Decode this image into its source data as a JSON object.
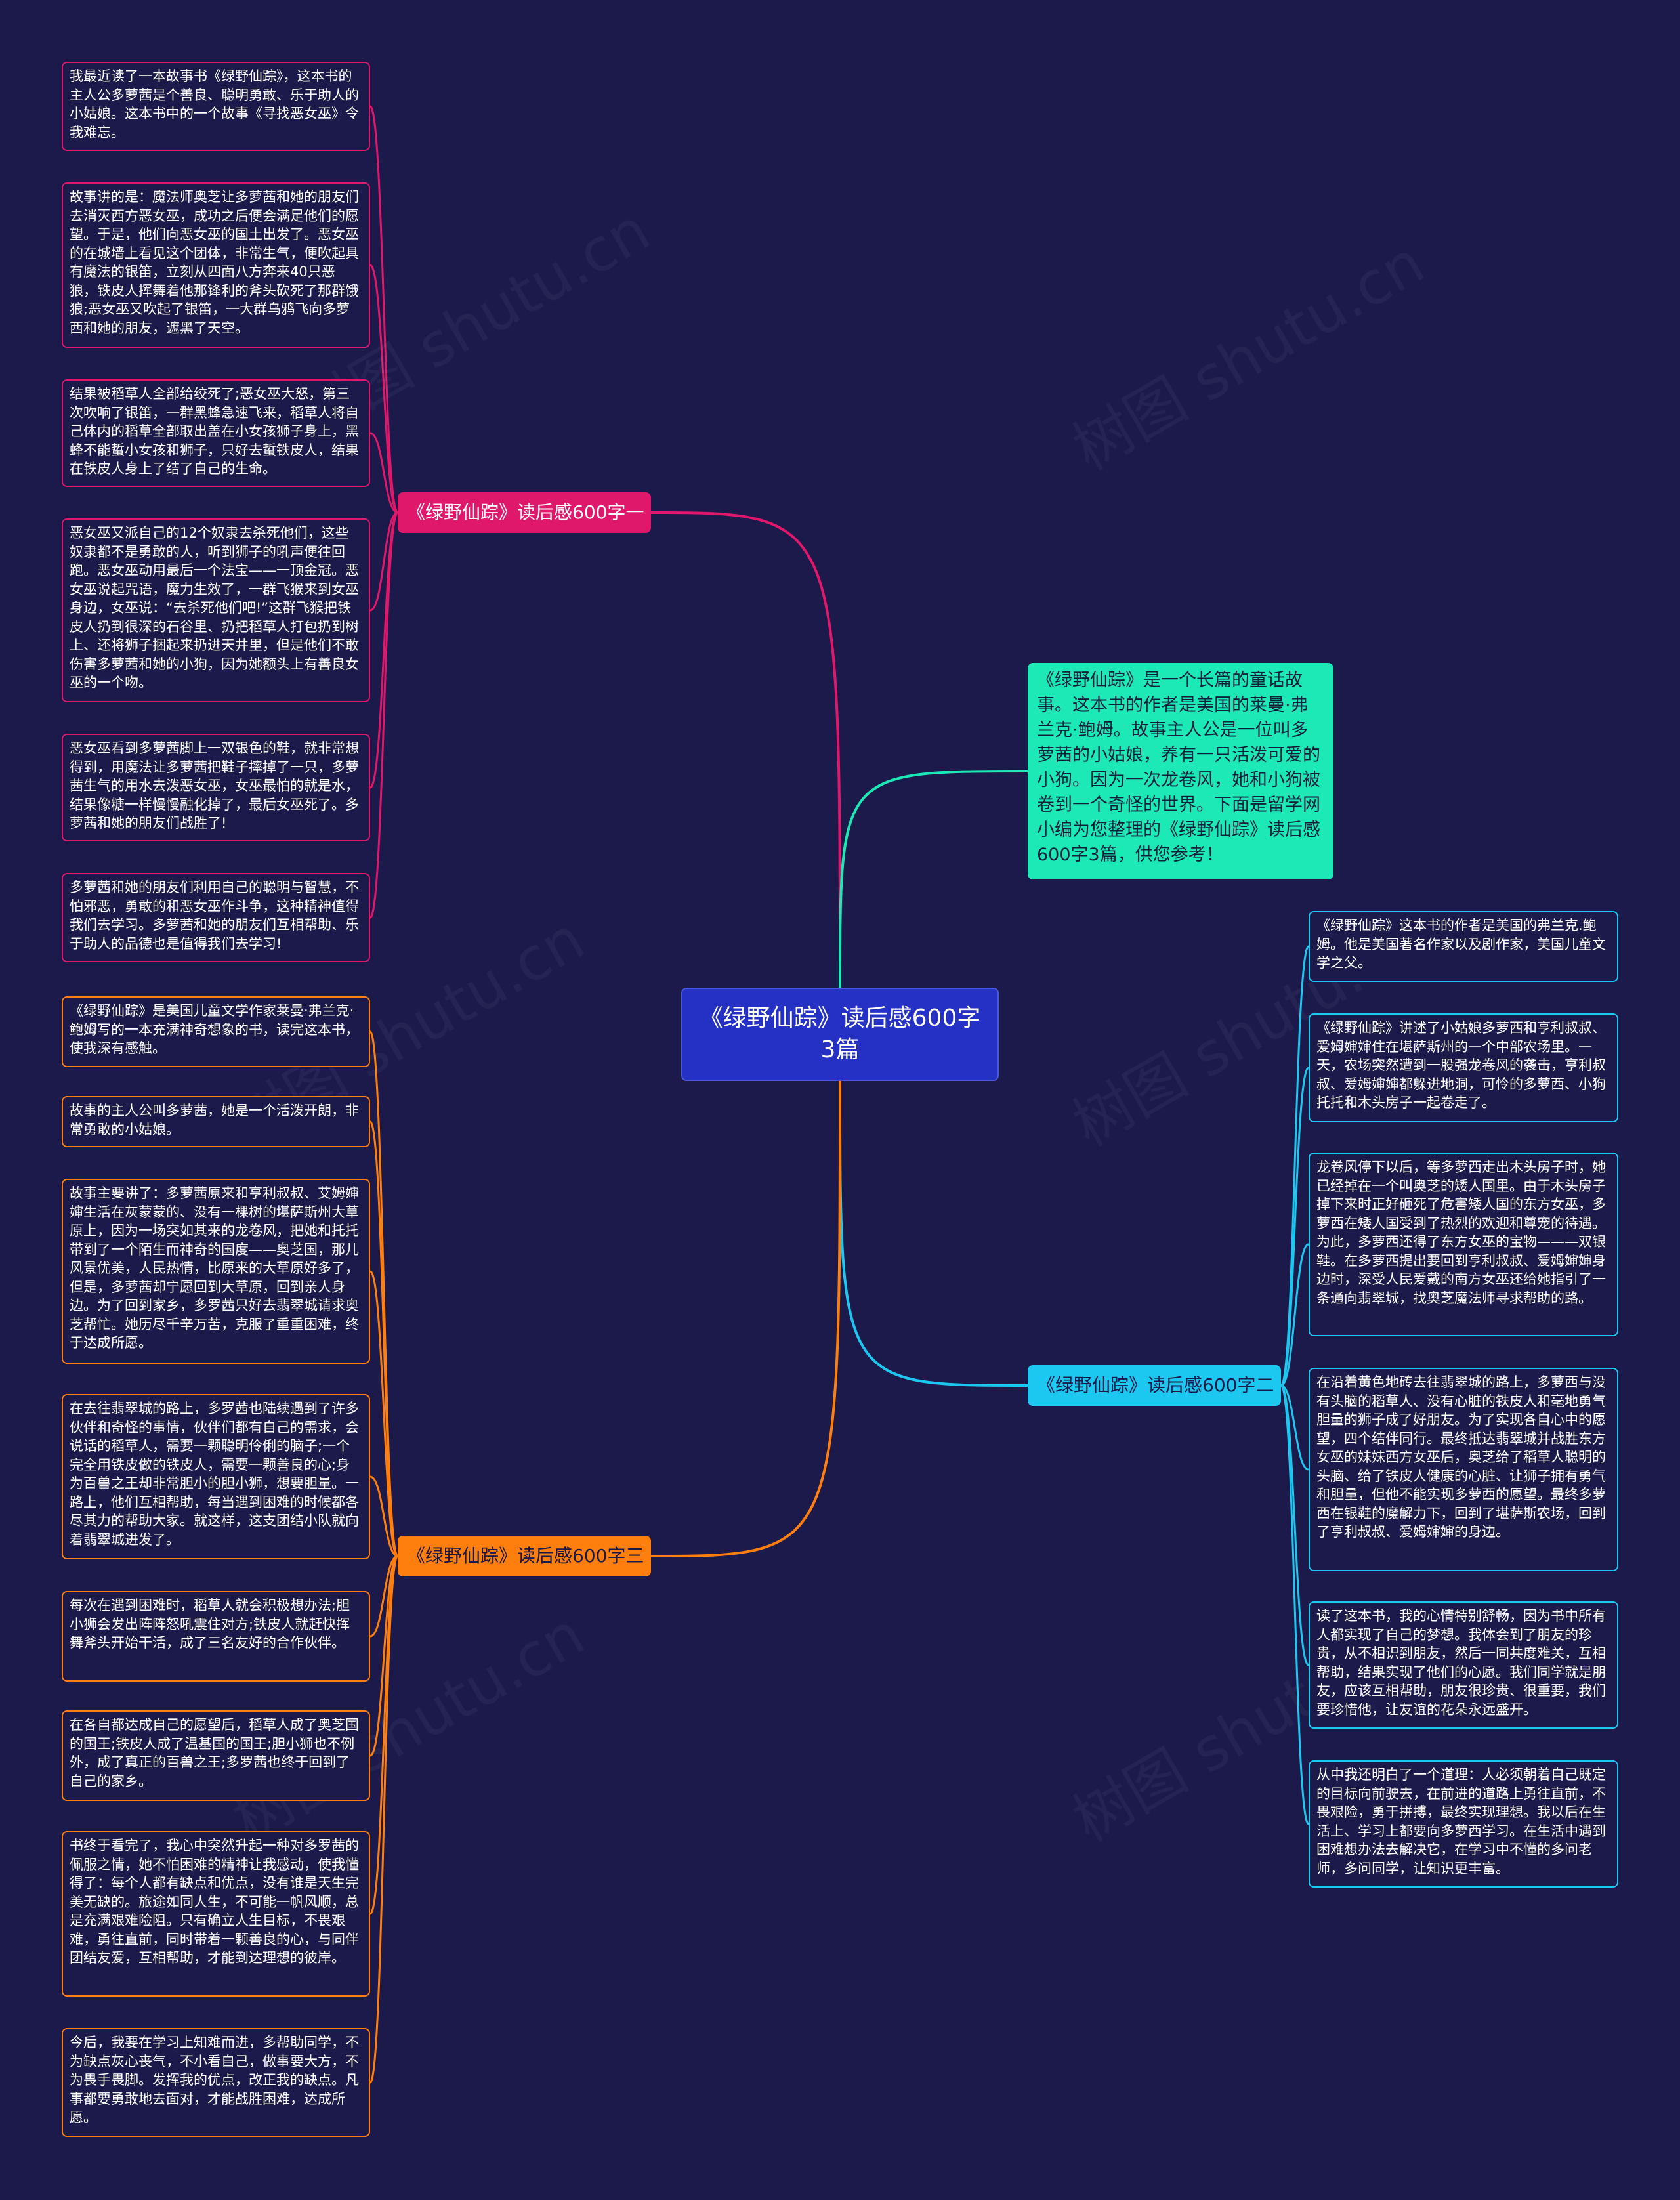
{
  "root": {
    "title": "《绿野仙踪》读后感600字3篇"
  },
  "intro": {
    "text": "《绿野仙踪》是一个长篇的童话故事。这本书的作者是美国的莱曼·弗兰克·鲍姆。故事主人公是一位叫多萝茜的小姑娘，养有一只活泼可爱的小狗。因为一次龙卷风，她和小狗被卷到一个奇怪的世界。下面是留学网小编为您整理的《绿野仙踪》读后感600字3篇，供您参考！"
  },
  "branches": [
    {
      "label": "《绿野仙踪》读后感600字一",
      "color": "#e0186b",
      "leaves": [
        "我最近读了一本故事书《绿野仙踪》，这本书的主人公多萝茜是个善良、聪明勇敢、乐于助人的小姑娘。这本书中的一个故事《寻找恶女巫》令我难忘。",
        "故事讲的是：魔法师奥芝让多萝茜和她的朋友们去消灭西方恶女巫，成功之后便会满足他们的愿望。于是，他们向恶女巫的国土出发了。恶女巫的在城墙上看见这个团体，非常生气，便吹起具有魔法的银笛，立刻从四面八方奔来40只恶狼，铁皮人挥舞着他那锋利的斧头砍死了那群饿狼;恶女巫又吹起了银笛，一大群乌鸦飞向多萝西和她的朋友，遮黑了天空。",
        "结果被稻草人全部给绞死了;恶女巫大怒，第三次吹响了银笛，一群黑蜂急速飞来，稻草人将自己体内的稻草全部取出盖在小女孩狮子身上，黑蜂不能蜇小女孩和狮子，只好去蜇铁皮人，结果在铁皮人身上了结了自己的生命。",
        "恶女巫又派自己的12个奴隶去杀死他们，这些奴隶都不是勇敢的人，听到狮子的吼声便往回跑。恶女巫动用最后一个法宝——一顶金冠。恶女巫说起咒语，魔力生效了，一群飞猴来到女巫身边，女巫说：“去杀死他们吧!”这群飞猴把铁皮人扔到很深的石谷里、扔把稻草人打包扔到树上、还将狮子捆起来扔进天井里，但是他们不敢伤害多萝茜和她的小狗，因为她额头上有善良女巫的一个吻。",
        "恶女巫看到多萝茜脚上一双银色的鞋，就非常想得到，用魔法让多萝茜把鞋子摔掉了一只，多萝茜生气的用水去泼恶女巫，女巫最怕的就是水，结果像糖一样慢慢融化掉了，最后女巫死了。多萝茜和她的朋友们战胜了!",
        "多萝茜和她的朋友们利用自己的聪明与智慧，不怕邪恶，勇敢的和恶女巫作斗争，这种精神值得我们去学习。多萝茜和她的朋友们互相帮助、乐于助人的品德也是值得我们去学习!"
      ]
    },
    {
      "label": "《绿野仙踪》读后感600字二",
      "color": "#1cc8ef",
      "leaves": [
        "《绿野仙踪》这本书的作者是美国的弗兰克.鲍姆。他是美国著名作家以及剧作家，美国儿童文学之父。",
        "《绿野仙踪》讲述了小姑娘多萝西和亨利叔叔、爱姆婶婶住在堪萨斯州的一个中部农场里。一天，农场突然遭到一股强龙卷风的袭击，亨利叔叔、爱姆婶婶都躲进地洞，可怜的多萝西、小狗托托和木头房子一起卷走了。",
        "龙卷风停下以后，等多萝西走出木头房子时，她已经掉在一个叫奥芝的矮人国里。由于木头房子掉下来时正好砸死了危害矮人国的东方女巫，多萝西在矮人国受到了热烈的欢迎和尊宠的待遇。为此，多萝西还得了东方女巫的宝物———双银鞋。在多萝西提出要回到亨利叔叔、爱姆婶婶身边时，深受人民爱戴的南方女巫还给她指引了一条通向翡翠城，找奥芝魔法师寻求帮助的路。",
        "在沿着黄色地砖去往翡翠城的路上，多萝西与没有头脑的稻草人、没有心脏的铁皮人和毫地勇气胆量的狮子成了好朋友。为了实现各自心中的愿望，四个结伴同行。最终抵达翡翠城并战胜东方女巫的妹妹西方女巫后，奥芝给了稻草人聪明的头脑、给了铁皮人健康的心脏、让狮子拥有勇气和胆量，但他不能实现多萝西的愿望。最终多萝西在银鞋的魔解力下，回到了堪萨斯农场，回到了亨利叔叔、爱姆婶婶的身边。",
        "读了这本书，我的心情特别舒畅，因为书中所有人都实现了自己的梦想。我体会到了朋友的珍贵，从不相识到朋友，然后一同共度难关，互相帮助，结果实现了他们的心愿。我们同学就是朋友，应该互相帮助，朋友很珍贵、很重要，我们要珍惜他，让友谊的花朵永远盛开。",
        "从中我还明白了一个道理：人必须朝着自己既定的目标向前驶去，在前进的道路上勇往直前，不畏艰险，勇于拼搏，最终实现理想。我以后在生活上、学习上都要向多萝西学习。在生活中遇到困难想办法去解决它，在学习中不懂的多问老师，多问同学，让知识更丰富。"
      ]
    },
    {
      "label": "《绿野仙踪》读后感600字三",
      "color": "#ff7f0e",
      "leaves": [
        "《绿野仙踪》是美国儿童文学作家莱曼·弗兰克·鲍姆写的一本充满神奇想象的书，读完这本书，使我深有感触。",
        "故事的主人公叫多萝茜，她是一个活泼开朗，非常勇敢的小姑娘。",
        "故事主要讲了：多萝茜原来和亨利叔叔、艾姆婶婶生活在灰蒙蒙的、没有一棵树的堪萨斯州大草原上，因为一场突如其来的龙卷风，把她和托托带到了一个陌生而神奇的国度——奥芝国，那儿风景优美，人民热情，比原来的大草原好多了，但是，多萝茜却宁愿回到大草原，回到亲人身边。为了回到家乡，多罗茜只好去翡翠城请求奥芝帮忙。她历尽千辛万苦，克服了重重困难，终于达成所愿。",
        "在去往翡翠城的路上，多罗茜也陆续遇到了许多伙伴和奇怪的事情，伙伴们都有自己的需求，会说话的稻草人，需要一颗聪明伶俐的脑子;一个完全用铁皮做的铁皮人，需要一颗善良的心;身为百兽之王却非常胆小的胆小狮，想要胆量。一路上，他们互相帮助，每当遇到困难的时候都各尽其力的帮助大家。就这样，这支团结小队就向着翡翠城进发了。",
        "每次在遇到困难时，稻草人就会积极想办法;胆小狮会发出阵阵怒吼震住对方;铁皮人就赶快挥舞斧头开始干活，成了三名友好的合作伙伴。",
        "在各自都达成自己的愿望后，稻草人成了奥芝国的国王;铁皮人成了温基国的国王;胆小狮也不例外，成了真正的百兽之王;多罗茜也终于回到了自己的家乡。",
        "书终于看完了，我心中突然升起一种对多罗茜的佩服之情，她不怕困难的精神让我感动，使我懂得了：每个人都有缺点和优点，没有谁是天生完美无缺的。旅途如同人生，不可能一帆风顺，总是充满艰难险阻。只有确立人生目标，不畏艰难，勇往直前，同时带着一颗善良的心，与同伴团结友爱，互相帮助，才能到达理想的彼岸。",
        "今后，我要在学习上知难而进，多帮助同学，不为缺点灰心丧气，不小看自己，做事要大方，不为畏手畏脚。发挥我的优点，改正我的缺点。凡事都要勇敢地去面对，才能战胜困难，达成所愿。"
      ]
    }
  ],
  "watermark": "树图 shutu.cn"
}
